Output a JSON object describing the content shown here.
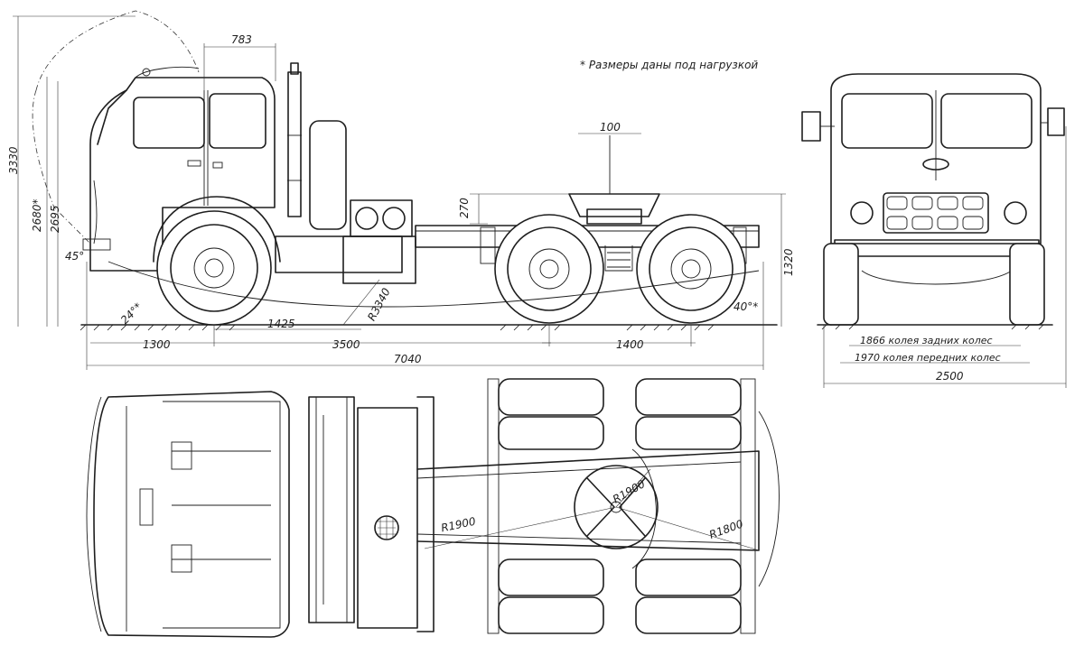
{
  "note": "* Размеры даны под нагрузкой",
  "dimensions": {
    "d783": "783",
    "d100": "100",
    "d270": "270",
    "d3330": "3330",
    "d2680": "2680*",
    "d2695": "2695",
    "d1320": "1320",
    "angle45": "45°",
    "angle24": "24°*",
    "angle40": "40°*",
    "d1425": "1425",
    "r3340": "R3340",
    "d1300": "1300",
    "d3500": "3500",
    "d1400": "1400",
    "d7040": "7040",
    "r1900a": "R1900",
    "r1900b": "R1900",
    "r1800": "R1800"
  },
  "front_view": {
    "track_rear": "1866 колея задних колес",
    "track_front": "1970 колея передних колес",
    "width": "2500"
  }
}
